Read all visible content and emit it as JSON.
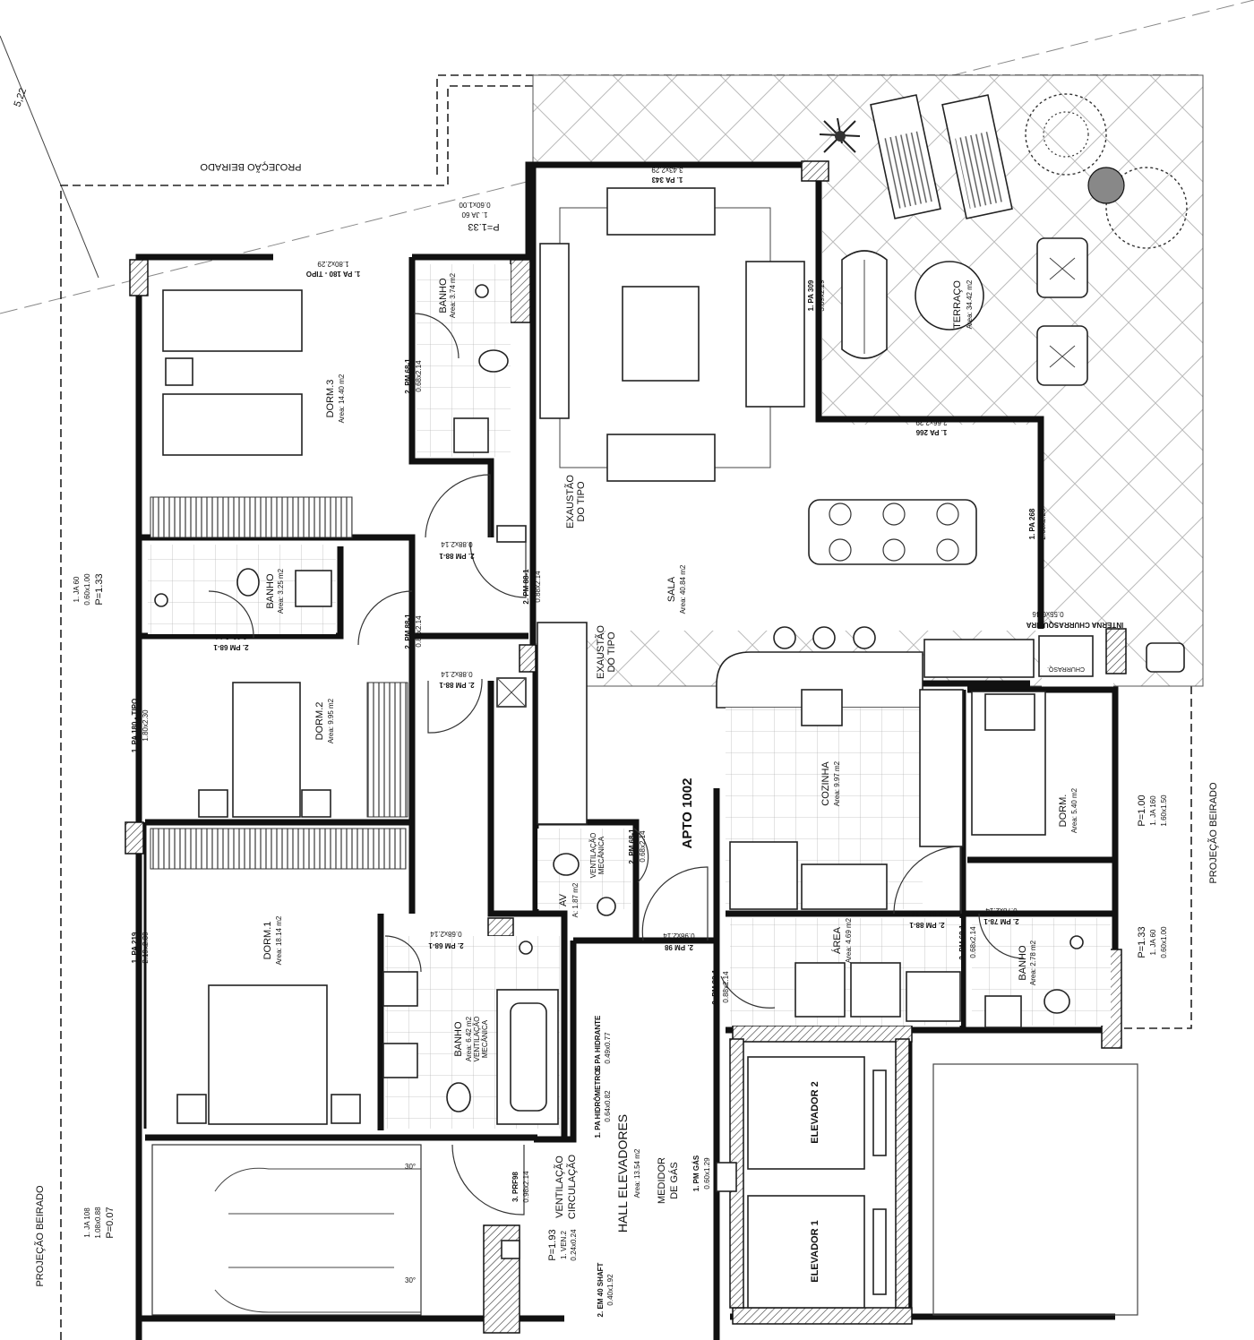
{
  "drawing": {
    "apartment_label": "APTO 1002",
    "eave_projection": "PROJEÇÃO BEIRADO",
    "dimension_top_left": "5,22",
    "exhaust_label": [
      "EXAUSTÃO",
      "DO TIPO"
    ]
  },
  "rooms": [
    {
      "name": "DORM.3",
      "area": "Area: 14.40 m2"
    },
    {
      "name": "BANHO",
      "area": "Area: 3.74 m2"
    },
    {
      "name": "BANHO",
      "area": "Area: 3.25 m2"
    },
    {
      "name": "DORM.2",
      "area": "Area: 9.95 m2"
    },
    {
      "name": "DORM.1",
      "area": "Area: 18.14 m2"
    },
    {
      "name": "BANHO",
      "area": "Area: 6.42 m2",
      "note": [
        "VENTILAÇÃO",
        "MECÂNICA"
      ]
    },
    {
      "name": "SALA",
      "area": "Area: 40.84 m2"
    },
    {
      "name": "TERRAÇO",
      "area": "Area: 34.42 m2"
    },
    {
      "name": "COZINHA",
      "area": "Area: 9.97 m2"
    },
    {
      "name": "DORM.",
      "area": "Area: 5.40 m2"
    },
    {
      "name": "ÁREA",
      "area": "Area: 4.69 m2"
    },
    {
      "name": "BANHO",
      "area": "Area: 2.78 m2"
    },
    {
      "name": "AV",
      "area": "A: 1.87 m2",
      "note": [
        "VENTILAÇÃO",
        "MECÂNICA"
      ]
    },
    {
      "name": "HALL ELEVADORES",
      "area": "Area: 13.54 m2"
    }
  ],
  "elevators": [
    "ELEVADOR 2",
    "ELEVADOR 1"
  ],
  "labels": {
    "churrasq": "CHURRASQ.",
    "churrasqueira_tag": "INTERNA CHURRASQUEIRA",
    "churrasqueira_dim": "0.55x0.46",
    "ventilacao_circulacao": [
      "VENTILAÇÃO",
      "CIRCULAÇÃO"
    ],
    "medidor_gas": [
      "MEDIDOR",
      "DE GÁS"
    ],
    "hidrometros": "1. PA HIDRÔMETROS",
    "hidrometros_dim": "0.64x0.82",
    "hidrante": "1. PA HIDRANTE",
    "hidrante_dim": "0.49x0.77",
    "shaft": "2. EM 40 SHAFT",
    "shaft_dim": "0.40x1.92",
    "stair_rise_1": "30°",
    "stair_rise_2": "30°"
  },
  "openings": {
    "ja60_top": {
      "code": "1. JA 60",
      "dim": "0.60x1.00",
      "p": "P=1.33"
    },
    "ja60_left": {
      "code": "1. JA 60",
      "dim": "0.60x1.00",
      "p": "P=1.33"
    },
    "ja108": {
      "code": "1. JA 108",
      "dim": "1.08x0.88",
      "p": "P=0.07"
    },
    "ja160_right": {
      "code": "1. JA 160",
      "dim": "1.60x1.50",
      "p": "P=1.00"
    },
    "ja60_right": {
      "code": "1. JA 60",
      "dim": "0.60x1.00",
      "p": "P=1.33"
    },
    "ven2": {
      "code": "1. VEN.2",
      "dim": "0.24x0.24",
      "p": "P=1.93"
    },
    "pa343": {
      "code": "1. PA 343",
      "dim": "3.43x2.29"
    },
    "pa309": {
      "code": "1. PA 309",
      "dim": "3.09x2.29"
    },
    "pa266": {
      "code": "1. PA 266",
      "dim": "2.66x2.29"
    },
    "pa268": {
      "code": "1. PA 268",
      "dim": "2.68x2.29"
    },
    "pa180_top": {
      "code": "1. PA 180 - TIPO",
      "dim": "1.80x2.29"
    },
    "pa180_left": {
      "code": "1. PA 180 - TIPO",
      "dim": "1.80x2.30"
    },
    "pa219": {
      "code": "1. PA 219",
      "dim": "2.19x2.30"
    },
    "pm68_banho3": {
      "code": "2. PM 68-1",
      "dim": "0.68x2.14"
    },
    "pm68_banho2": {
      "code": "2. PM 68-1",
      "dim": "0.68x2.14"
    },
    "pm88_dorm3": {
      "code": "2. PM 88-1",
      "dim": "0.88x2.14"
    },
    "pm88_sala": {
      "code": "2. PM 88-1",
      "dim": "0.88x2.14"
    },
    "pm88_dorm2a": {
      "code": "2. PM 88-1",
      "dim": "0.88x2.14"
    },
    "pm88_dorm2b": {
      "code": "2. PM 88-1",
      "dim": "0.88x2.14"
    },
    "pm68_av": {
      "code": "2. PM 68-1",
      "dim": "0.68x2.14"
    },
    "pm68_banho1": {
      "code": "2. PM 68-1",
      "dim": "0.68x2.14"
    },
    "pm98": {
      "code": "2. PM 98",
      "dim": "0.98x2.14"
    },
    "pm88_area": {
      "code": "2. PM 88-1",
      "dim": "0.88x2.14"
    },
    "pm88_dorm": {
      "code": "2. PM 88-1",
      "dim": "0.88x2.14"
    },
    "pm78": {
      "code": "2. PM 78-1",
      "dim": "0.78x2.14"
    },
    "pm68_banho_e": {
      "code": "2. PM 68-1",
      "dim": "0.68x2.14"
    },
    "prf98": {
      "code": "3. PRF98",
      "dim": "0.98x2.14"
    },
    "pm_gas": {
      "code": "1. PM GÁS",
      "dim": "0.60x1.29"
    }
  }
}
